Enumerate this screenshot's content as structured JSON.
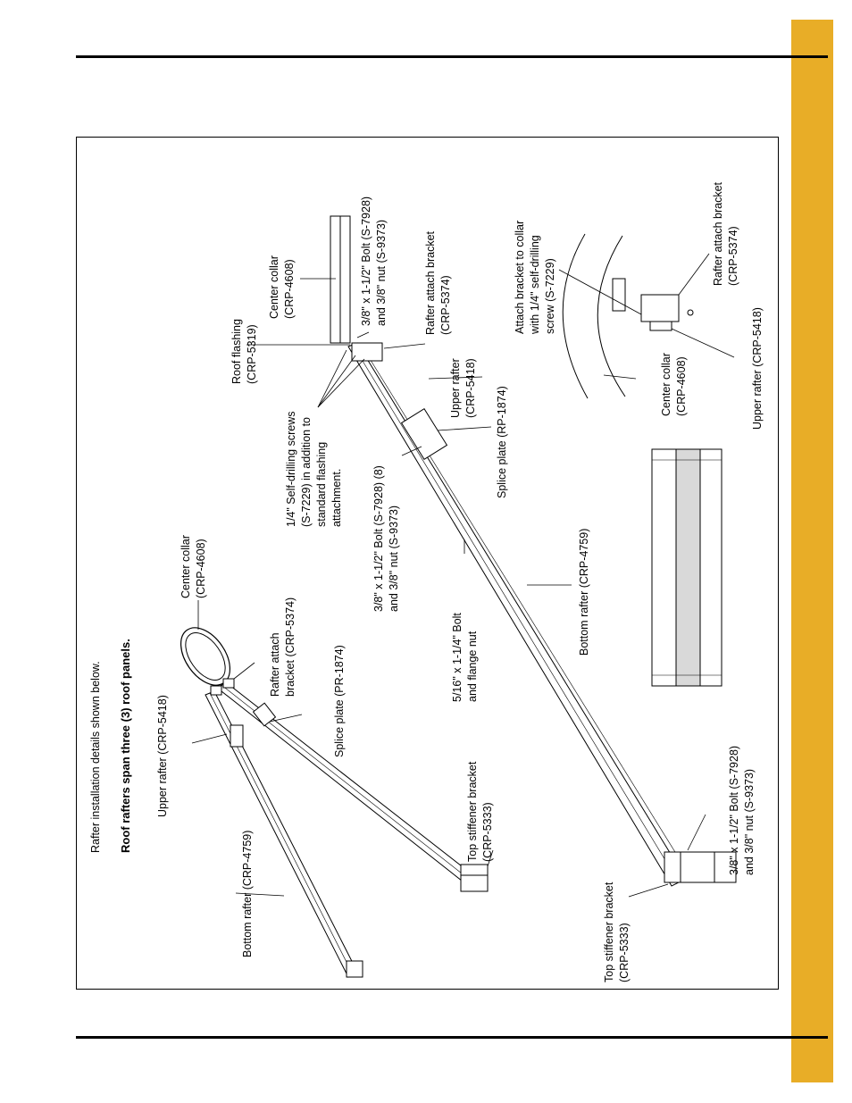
{
  "colors": {
    "side_tab": "#E8AD27",
    "rule": "#000000",
    "panel_band": "#D9D9D9"
  },
  "labels": {
    "intro": "Rafter installation details shown below.",
    "span": "Roof rafters span three (3) roof panels.",
    "bottom_rafter_left": "Bottom rafter (CRP-4759)",
    "upper_rafter_left": "Upper rafter (CRP-5418)",
    "center_collar_left": [
      "Center collar",
      "(CRP-4608)"
    ],
    "rafter_attach_left": [
      "Rafter attach",
      "bracket (CRP-5374)"
    ],
    "splice_plate_left": "Splice plate (PR-1874)",
    "top_stiffener_left": [
      "Top stiffener bracket",
      "(CRP-5333)"
    ],
    "roof_flashing": [
      "Roof flashing",
      "(CRP-5319)"
    ],
    "center_collar_mid": [
      "Center collar",
      "(CRP-4608)"
    ],
    "bolt_top": [
      "3/8\" x 1-1/2\" Bolt (S-7928)",
      "and 3/8\" nut (S-9373)"
    ],
    "rafter_attach_mid": [
      "Rafter attach bracket",
      "(CRP-5374)"
    ],
    "self_drilling": [
      "1/4\" Self-drilling screws",
      "(S-7229) in addition to",
      "standard flashing",
      "attachment."
    ],
    "upper_rafter_mid": [
      "Upper rafter",
      "(CRP-5418)"
    ],
    "bolt_splice": [
      "3/8\" x 1-1/2\" Bolt (S-7928) (8)",
      "and 3/8\" nut (S-9373)"
    ],
    "splice_plate_mid": "Splice plate (RP-1874)",
    "bolt_516": [
      "5/16\" x 1-1/4\" Bolt",
      "and flange nut"
    ],
    "bottom_rafter_mid": "Bottom rafter (CRP-4759)",
    "top_stiffener_bottom": [
      "Top stiffener bracket",
      "(CRP-5333)"
    ],
    "bolt_bottom": [
      "3/8\" x 1-1/2\" Bolt (S-7928)",
      "and 3/8\" nut (S-9373)"
    ],
    "attach_collar": [
      "Attach bracket to collar",
      "with 1/4\" self-drilling",
      "screw (S-7229)"
    ],
    "rafter_attach_detail": [
      "Rafter attach bracket",
      "(CRP-5374)"
    ],
    "center_collar_detail": [
      "Center collar",
      "(CRP-4608)"
    ],
    "upper_rafter_detail": "Upper rafter (CRP-5418)"
  }
}
